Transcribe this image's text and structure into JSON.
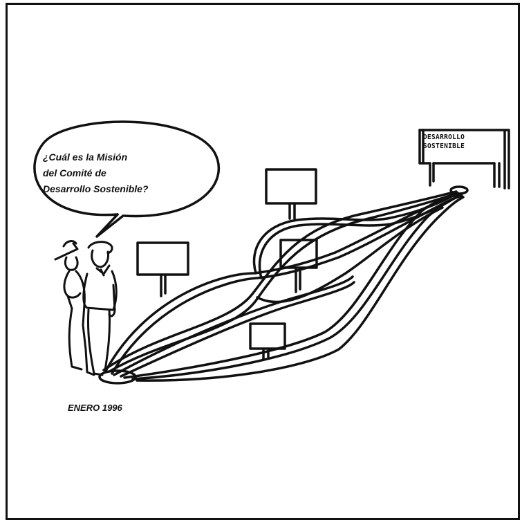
{
  "speech_bubble": {
    "text": "¿Cuál es la Misión\ndel Comité de\nDesarrollo Sostenible?"
  },
  "destination_sign": {
    "text": "DESARROLLO\nSOSTENIBLE"
  },
  "footer": {
    "date": "ENERO 1996"
  },
  "colors": {
    "ink": "#111111",
    "paper": "#ffffff"
  }
}
